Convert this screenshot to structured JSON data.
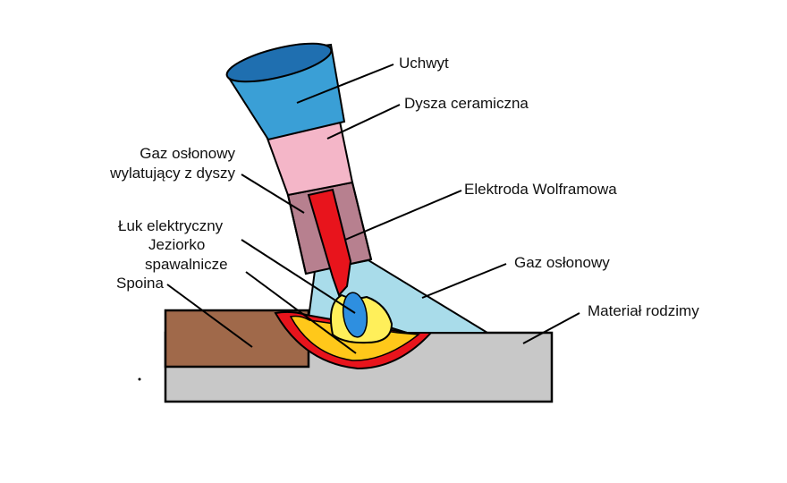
{
  "labels": {
    "uchwyt": "Uchwyt",
    "dysza": "Dysza ceramiczna",
    "gaz_dysza_1": "Gaz osłonowy",
    "gaz_dysza_2": "wylatujący z dyszy",
    "elektroda": "Elektroda Wolframowa",
    "luk": "Łuk elektryczny",
    "jeziorko_1": "Jeziorko",
    "jeziorko_2": "spawalnicze",
    "gaz": "Gaz osłonowy",
    "spoina": "Spoina",
    "material": "Materiał rodzimy"
  },
  "colors": {
    "handle": "#3a9fd6",
    "nozzle": "#f4b6c8",
    "gas_in_nozzle": "#b7808f",
    "electrode": "#e8141c",
    "shield_gas": "#a9dcea",
    "base_metal_left": "#a0694a",
    "base_metal_bottom": "#c8c8c8",
    "weld_outer": "#e8141c",
    "weld_mid": "#ffd21a",
    "weld_pool": "#ffef5a",
    "arc": "#2e8fe0"
  }
}
